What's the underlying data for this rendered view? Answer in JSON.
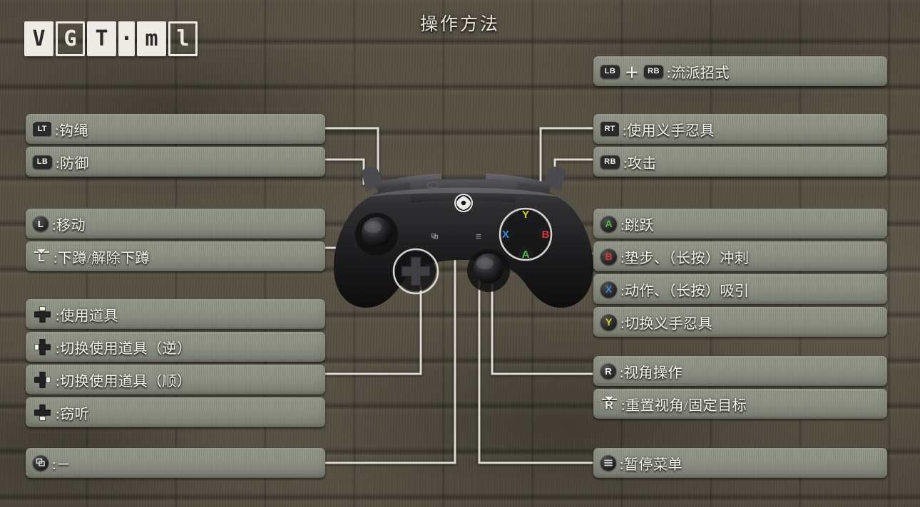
{
  "page": {
    "title": "操作方法",
    "accent_white": "#f2f1ec",
    "panel_color": "#8e9184",
    "background_color": "#565043"
  },
  "logo": {
    "name": "VGtime",
    "chars": [
      {
        "ch": "V",
        "style": "fill"
      },
      {
        "ch": "G",
        "style": "hollow"
      },
      {
        "ch": "T",
        "style": "fill"
      },
      {
        "ch": "·",
        "style": "hollow"
      },
      {
        "ch": "m",
        "style": "fill"
      },
      {
        "ch": "l",
        "style": "hollow"
      }
    ]
  },
  "controller": {
    "type": "xbox-one-controller",
    "face_buttons": [
      {
        "label": "Y",
        "color": "#d8d41f"
      },
      {
        "label": "B",
        "color": "#d63a37"
      },
      {
        "label": "X",
        "color": "#3b88d4"
      },
      {
        "label": "A",
        "color": "#53b749"
      }
    ]
  },
  "groups": {
    "left_top": [
      {
        "glyph": "LT",
        "glyph_type": "trigger-left",
        "text": ":钩绳"
      },
      {
        "glyph": "LB",
        "glyph_type": "bumper",
        "text": ":防御"
      }
    ],
    "left_stick": [
      {
        "glyph": "L",
        "glyph_type": "stick",
        "text": ":移动"
      },
      {
        "glyph": "L",
        "glyph_type": "stick-press",
        "text": ":下蹲/解除下蹲"
      }
    ],
    "left_dpad": [
      {
        "glyph": "dpad-up",
        "glyph_type": "dpad",
        "dir": "up",
        "text": ":使用道具"
      },
      {
        "glyph": "dpad-left",
        "glyph_type": "dpad",
        "dir": "left",
        "text": ":切换使用道具（逆）"
      },
      {
        "glyph": "dpad-right",
        "glyph_type": "dpad",
        "dir": "right",
        "text": ":切换使用道具（顺）"
      },
      {
        "glyph": "dpad-down",
        "glyph_type": "dpad",
        "dir": "down",
        "text": ":窃听"
      }
    ],
    "left_view": [
      {
        "glyph": "view",
        "glyph_type": "view-button",
        "text": ":－"
      }
    ],
    "right_combo": [
      {
        "glyph": "LB",
        "glyph2": "RB",
        "glyph_type": "bumper-combo",
        "plus": "＋",
        "text": ":流派招式"
      }
    ],
    "right_top": [
      {
        "glyph": "RT",
        "glyph_type": "trigger-right",
        "text": ":使用义手忍具"
      },
      {
        "glyph": "RB",
        "glyph_type": "bumper",
        "text": ":攻击"
      }
    ],
    "right_face": [
      {
        "glyph": "A",
        "glyph_type": "face",
        "color": "#53b749",
        "text": ":跳跃"
      },
      {
        "glyph": "B",
        "glyph_type": "face",
        "color": "#d63a37",
        "text": ":垫步、（长按）冲刺"
      },
      {
        "glyph": "X",
        "glyph_type": "face",
        "color": "#3b88d4",
        "text": ":动作、（长按）吸引"
      },
      {
        "glyph": "Y",
        "glyph_type": "face",
        "color": "#d8d41f",
        "text": ":切换义手忍具"
      }
    ],
    "right_stick": [
      {
        "glyph": "R",
        "glyph_type": "stick",
        "text": ":视角操作"
      },
      {
        "glyph": "R",
        "glyph_type": "stick-press",
        "text": ":重置视角/固定目标"
      }
    ],
    "right_menu": [
      {
        "glyph": "menu",
        "glyph_type": "menu-button",
        "text": ":暂停菜单"
      }
    ]
  }
}
